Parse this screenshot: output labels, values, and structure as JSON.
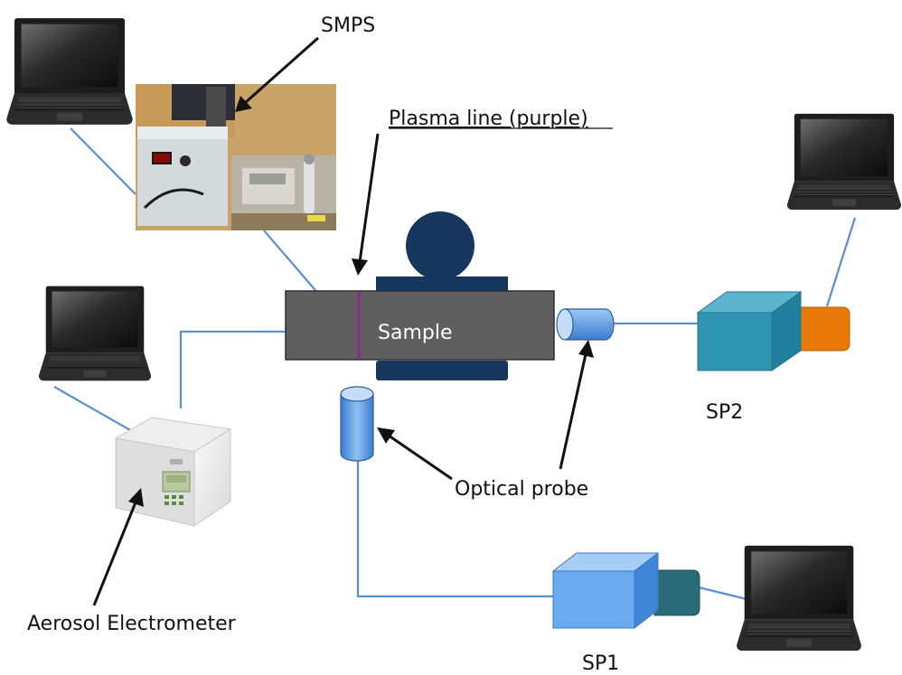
{
  "labels": {
    "smps": "SMPS",
    "plasma_line": "Plasma line (purple)",
    "sample": "Sample",
    "sp2": "SP2",
    "optical_probe": "Optical probe",
    "aerosol_electrometer": "Aerosol Electrometer",
    "sp1": "SP1"
  },
  "colors": {
    "cable": "#5b8fd0",
    "arrow": "#111111",
    "chamber": "#5f5f5f",
    "plasma_line": "#8a2a8e",
    "electrode": "#17365d",
    "probe": "#4f8fd8",
    "sp2_camera": "#2f95b3",
    "sp2_lens": "#e97a0a",
    "sp1_camera": "#5aa2e8",
    "sp1_lens": "#2a6b78"
  },
  "icons": {
    "laptop": "laptop-icon",
    "smps_photo": "smps-instrument-photo",
    "electrometer_photo": "aerosol-electrometer-photo"
  }
}
